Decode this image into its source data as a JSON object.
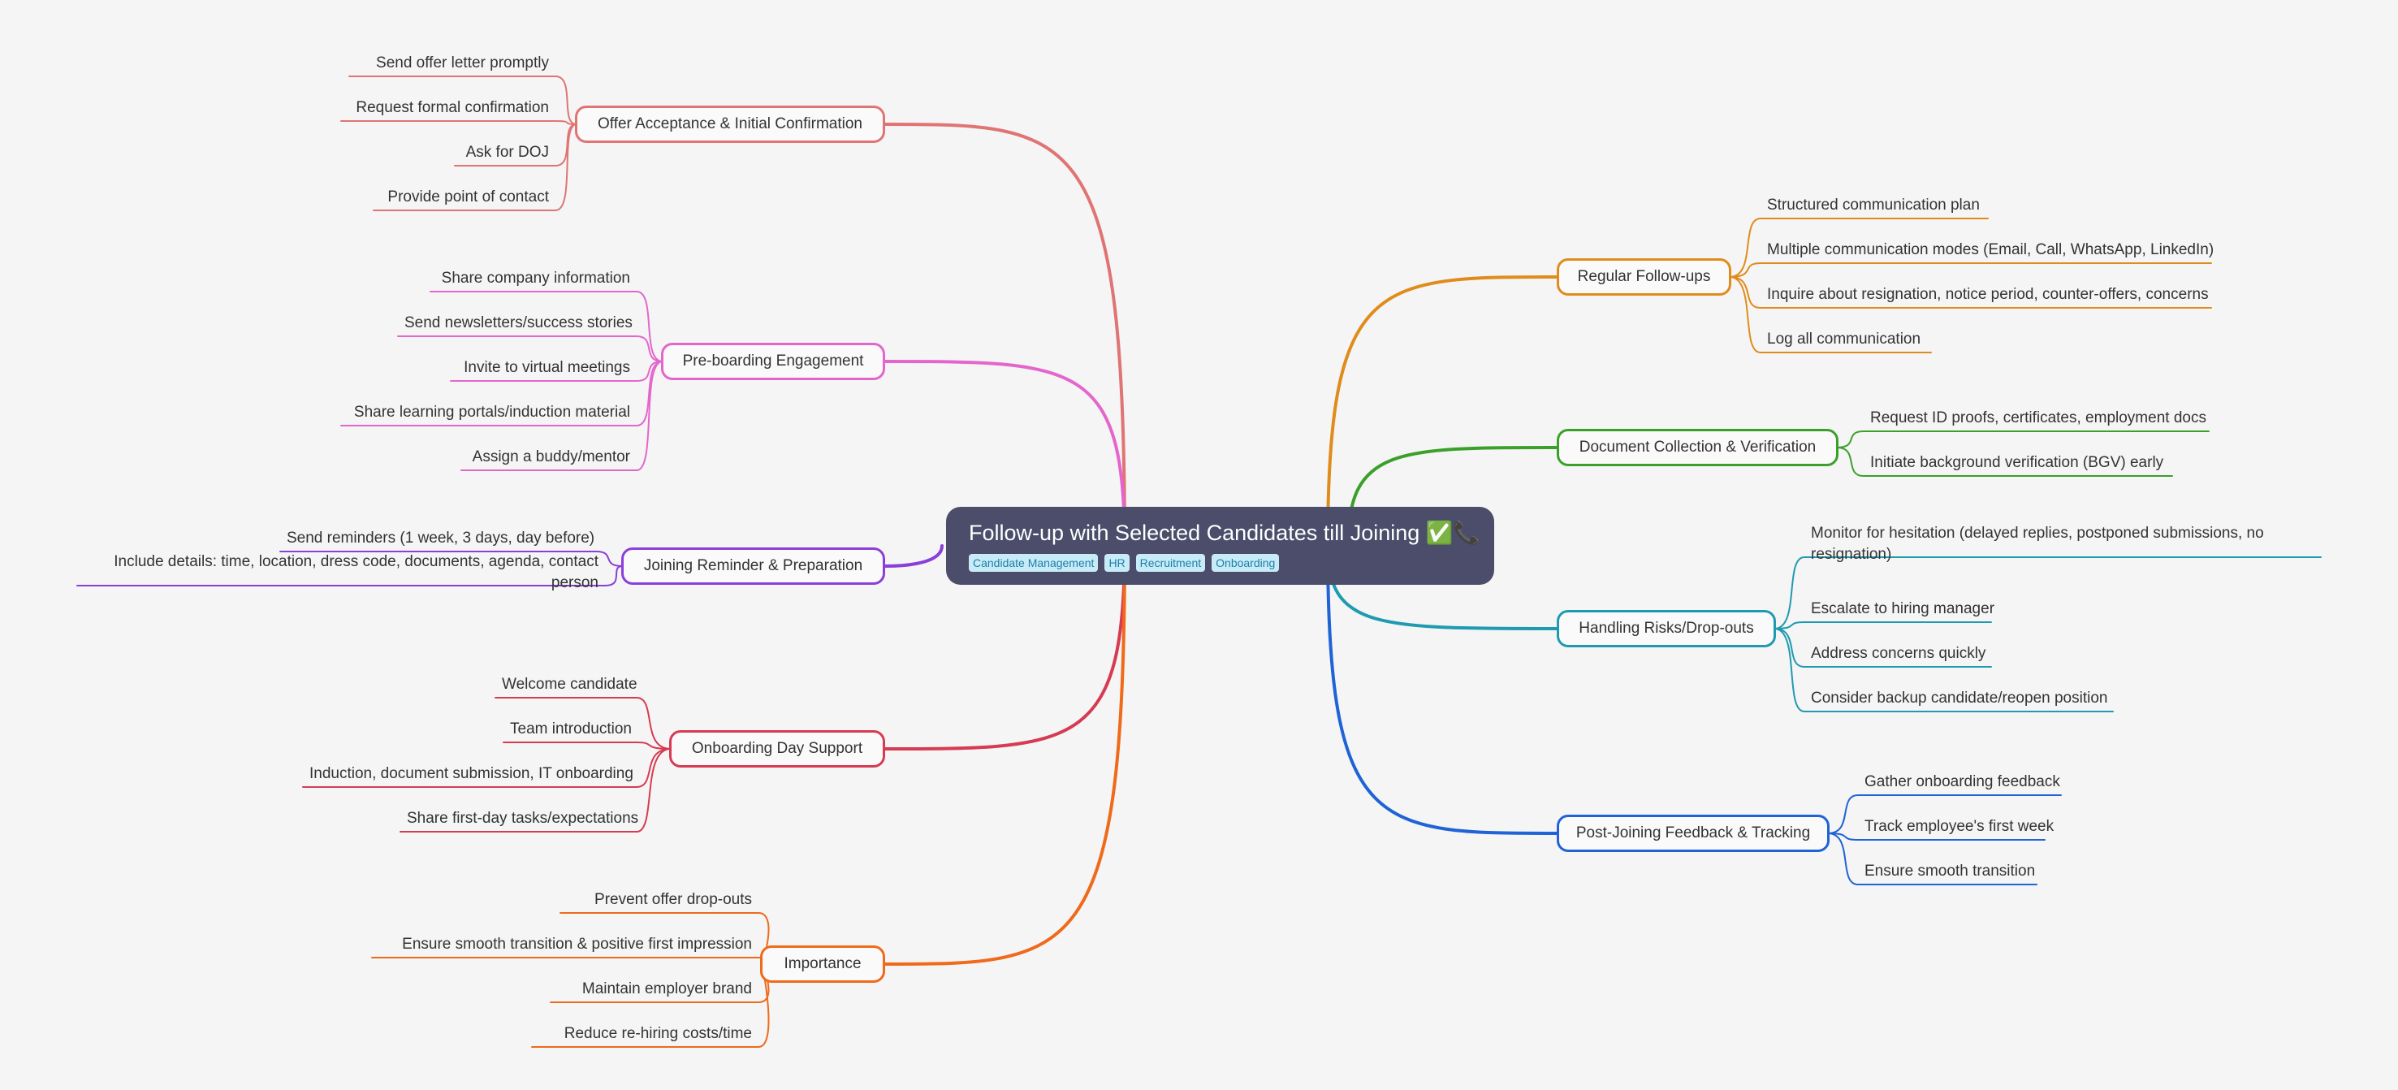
{
  "root": {
    "title": "Follow-up with Selected Candidates till Joining ✅📞",
    "tags": [
      "Candidate Management",
      "HR",
      "Recruitment",
      "Onboarding"
    ]
  },
  "branches": [
    {
      "label": "Offer Acceptance & Initial Confirmation",
      "color": "#e07474",
      "side": "left",
      "leaves": [
        "Send offer letter promptly",
        "Request formal confirmation",
        "Ask for DOJ",
        "Provide point of contact"
      ]
    },
    {
      "label": "Pre-boarding Engagement",
      "color": "#e466cc",
      "side": "left",
      "leaves": [
        "Share company information",
        "Send newsletters/success stories",
        "Invite to virtual meetings",
        "Share learning portals/induction material",
        "Assign a buddy/mentor"
      ]
    },
    {
      "label": "Joining Reminder & Preparation",
      "color": "#8b3fd9",
      "side": "left",
      "leaves": [
        "Send reminders (1 week, 3 days, day before)",
        "Include details: time, location, dress code, documents, agenda, contact person"
      ]
    },
    {
      "label": "Onboarding Day Support",
      "color": "#d63b52",
      "side": "left",
      "leaves": [
        "Welcome candidate",
        "Team introduction",
        "Induction, document submission, IT onboarding",
        "Share first-day tasks/expectations"
      ]
    },
    {
      "label": "Importance",
      "color": "#ef6a1a",
      "side": "left",
      "leaves": [
        "Prevent offer drop-outs",
        "Ensure smooth transition & positive first impression",
        "Maintain employer brand",
        "Reduce re-hiring costs/time"
      ]
    },
    {
      "label": "Regular Follow-ups",
      "color": "#e08c1c",
      "side": "right",
      "leaves": [
        "Structured communication plan",
        "Multiple communication modes (Email, Call, WhatsApp, LinkedIn)",
        "Inquire about resignation, notice period, counter-offers, concerns",
        "Log all communication"
      ]
    },
    {
      "label": "Document Collection & Verification",
      "color": "#3ba02a",
      "side": "right",
      "leaves": [
        "Request ID proofs, certificates, employment docs",
        "Initiate background verification (BGV) early"
      ]
    },
    {
      "label": "Handling Risks/Drop-outs",
      "color": "#1f9ab0",
      "side": "right",
      "leaves": [
        "Monitor for hesitation (delayed replies, postponed submissions, no resignation)",
        "Escalate to hiring manager",
        "Address concerns quickly",
        "Consider backup candidate/reopen position"
      ]
    },
    {
      "label": "Post-Joining Feedback & Tracking",
      "color": "#1f63d6",
      "side": "right",
      "leaves": [
        "Gather onboarding feedback",
        "Track employee's first week",
        "Ensure smooth transition"
      ]
    }
  ]
}
